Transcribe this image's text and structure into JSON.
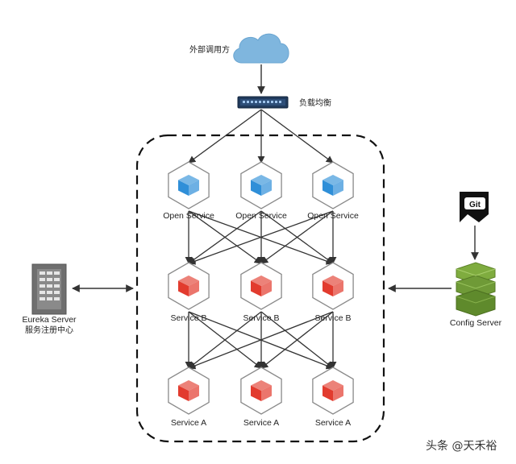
{
  "external_caller": {
    "label": "外部调用方",
    "icon": "cloud-icon"
  },
  "load_balancer": {
    "label": "负载均衡",
    "icon": "switch-icon"
  },
  "rows": [
    {
      "service_label": "Open Service",
      "cube_color": "#2f8fd8",
      "count": 3
    },
    {
      "service_label": "Service B",
      "cube_color": "#e23b2e",
      "count": 3
    },
    {
      "service_label": "Service A",
      "cube_color": "#e23b2e",
      "count": 3
    }
  ],
  "eureka": {
    "label_line1": "Eureka Server",
    "label_line2": "服务注册中心",
    "icon": "server-rack-icon"
  },
  "config": {
    "label": "Config Server",
    "icon": "config-stack-icon"
  },
  "git": {
    "label": "Git",
    "icon": "git-document-icon"
  },
  "watermark": "头条 @天禾裕",
  "colors": {
    "edge": "#333333",
    "hex_border": "#8a8a8a",
    "cloud": "#7fb6de",
    "config_green": "#6f9a37"
  }
}
